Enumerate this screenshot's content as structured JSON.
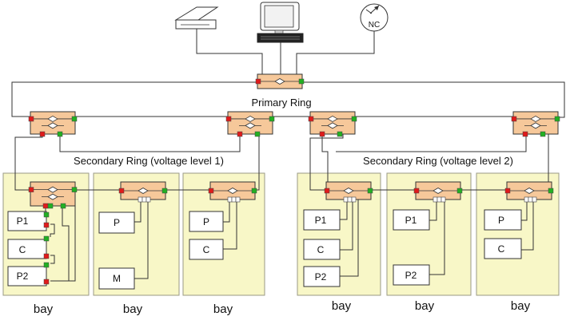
{
  "labels": {
    "primary_ring": "Primary Ring",
    "secondary_ring_1": "Secondary Ring (voltage level 1)",
    "secondary_ring_2": "Secondary Ring (voltage level 2)",
    "nc": "NC"
  },
  "bays": [
    {
      "label": "bay",
      "devices": [
        "P1",
        "C",
        "P2"
      ]
    },
    {
      "label": "bay",
      "devices": [
        "P",
        "M"
      ]
    },
    {
      "label": "bay",
      "devices": [
        "P",
        "C"
      ]
    },
    {
      "label": "bay",
      "devices": [
        "P1",
        "C",
        "P2"
      ]
    },
    {
      "label": "bay",
      "devices": [
        "P1",
        "P2"
      ]
    },
    {
      "label": "bay",
      "devices": [
        "P",
        "C"
      ]
    }
  ],
  "icons": [
    "printer-icon",
    "computer-icon",
    "nc-clock-icon",
    "switch-icon",
    "diamond-icon"
  ]
}
